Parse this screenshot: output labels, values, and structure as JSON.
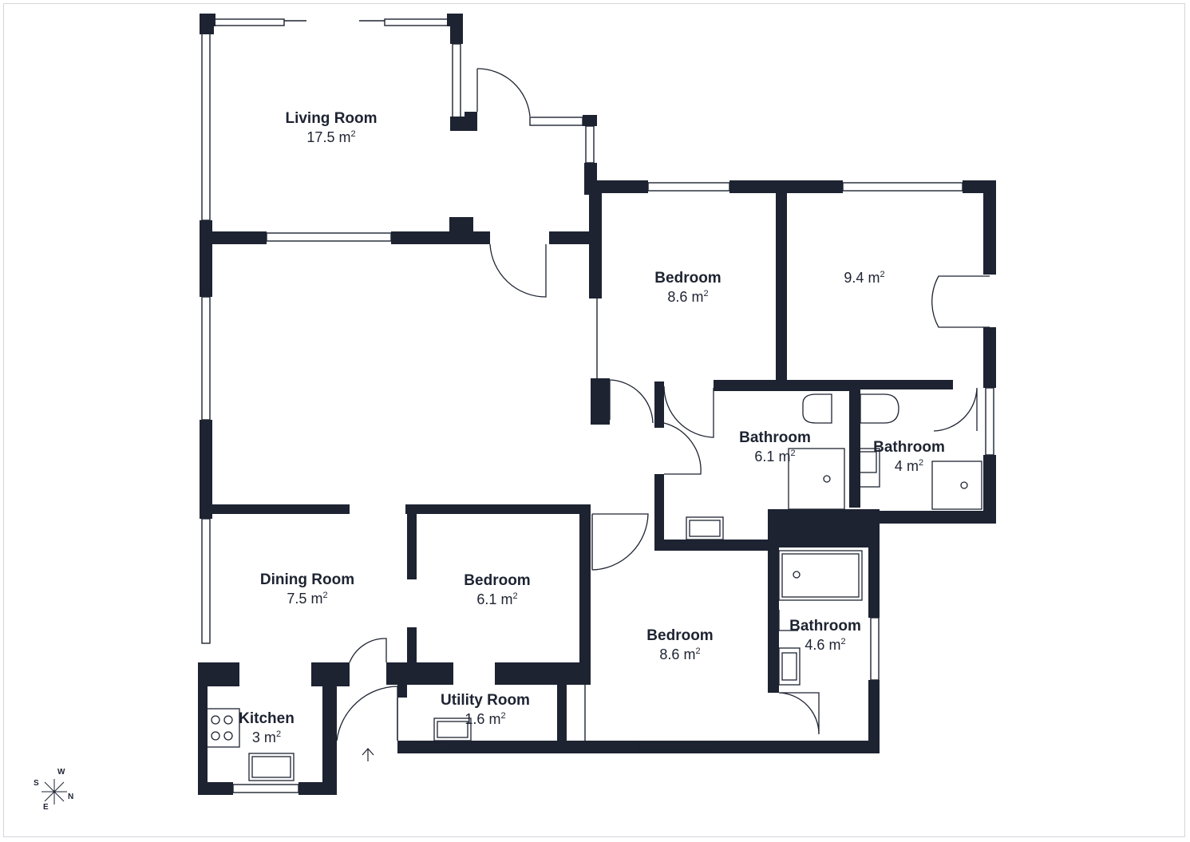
{
  "colors": {
    "wall": "#1d2331",
    "window": "#ffffff",
    "background": "#ffffff"
  },
  "rooms": [
    {
      "id": "living",
      "name": "Living Room",
      "area": "17.5 m",
      "sup": "2"
    },
    {
      "id": "bed1",
      "name": "Bedroom",
      "area": "8.6 m",
      "sup": "2"
    },
    {
      "id": "room94",
      "name": "",
      "area": "9.4 m",
      "sup": "2"
    },
    {
      "id": "bath1",
      "name": "Bathroom",
      "area": "6.1 m",
      "sup": "2"
    },
    {
      "id": "bath2",
      "name": "Bathroom",
      "area": "4 m",
      "sup": "2"
    },
    {
      "id": "dining",
      "name": "Dining Room",
      "area": "7.5 m",
      "sup": "2"
    },
    {
      "id": "bed2",
      "name": "Bedroom",
      "area": "6.1 m",
      "sup": "2"
    },
    {
      "id": "bed3",
      "name": "Bedroom",
      "area": "8.6 m",
      "sup": "2"
    },
    {
      "id": "bath3",
      "name": "Bathroom",
      "area": "4.6 m",
      "sup": "2"
    },
    {
      "id": "kitchen",
      "name": "Kitchen",
      "area": "3 m",
      "sup": "2"
    },
    {
      "id": "utility",
      "name": "Utility Room",
      "area": "1.6 m",
      "sup": "2"
    }
  ],
  "compass": {
    "w": "W",
    "s": "S",
    "n": "N",
    "e": "E",
    "icon": "compass-rose-icon"
  },
  "entrance": {
    "icon": "entrance-arrow-icon"
  }
}
